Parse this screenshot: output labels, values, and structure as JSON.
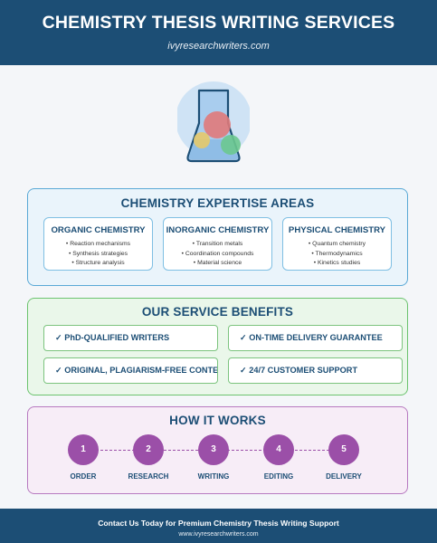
{
  "header": {
    "title": "CHEMISTRY THESIS WRITING SERVICES",
    "subtitle": "ivyresearchwriters.com"
  },
  "hero_icon": "flask-icon",
  "colors": {
    "header_bg": "#1c4e75",
    "expertise_accent": "#5aa9d6",
    "benefits_accent": "#6cc36f",
    "process_accent": "#9b4fa8"
  },
  "expertise": {
    "title": "CHEMISTRY EXPERTISE AREAS",
    "areas": [
      {
        "title": "ORGANIC CHEMISTRY",
        "items": [
          "• Reaction mechanisms",
          "• Synthesis strategies",
          "• Structure analysis"
        ]
      },
      {
        "title": "INORGANIC CHEMISTRY",
        "items": [
          "• Transition metals",
          "• Coordination compounds",
          "• Material science"
        ]
      },
      {
        "title": "PHYSICAL CHEMISTRY",
        "items": [
          "• Quantum chemistry",
          "• Thermodynamics",
          "• Kinetics studies"
        ]
      }
    ]
  },
  "benefits": {
    "title": "OUR SERVICE BENEFITS",
    "items": [
      "✓ PhD-QUALIFIED WRITERS",
      "✓ ON-TIME DELIVERY GUARANTEE",
      "✓ ORIGINAL, PLAGIARISM-FREE CONTENT",
      "✓ 24/7 CUSTOMER SUPPORT"
    ]
  },
  "process": {
    "title": "HOW IT WORKS",
    "steps": [
      {
        "number": "1",
        "label": "ORDER"
      },
      {
        "number": "2",
        "label": "RESEARCH"
      },
      {
        "number": "3",
        "label": "WRITING"
      },
      {
        "number": "4",
        "label": "EDITING"
      },
      {
        "number": "5",
        "label": "DELIVERY"
      }
    ]
  },
  "footer": {
    "cta": "Contact Us Today for Premium Chemistry Thesis Writing Support",
    "url": "www.ivyresearchwriters.com"
  }
}
